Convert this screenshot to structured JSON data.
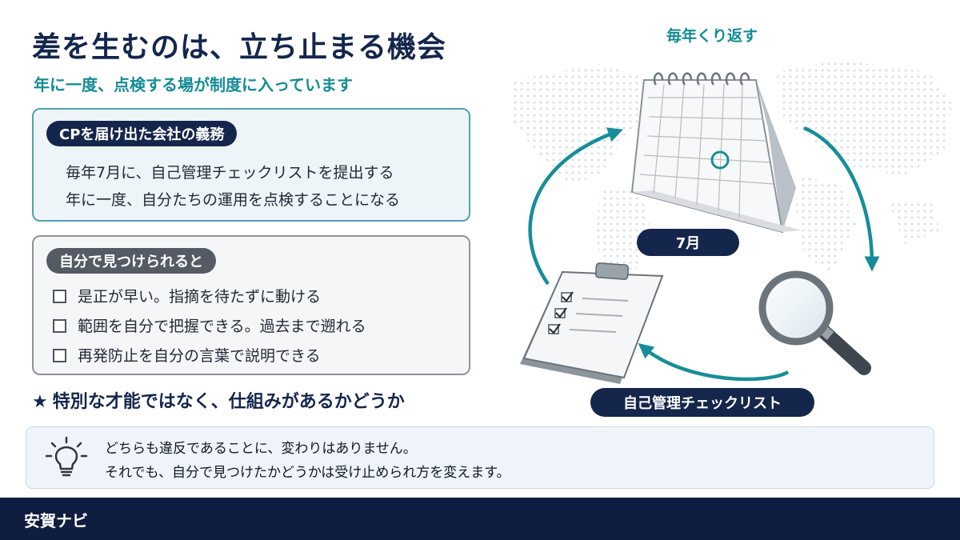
{
  "header": {
    "title": "差を生むのは、立ち止まる機会",
    "subtitle": "年に一度、点検する場が制度に入っています"
  },
  "obligation": {
    "heading": "CPを届け出た会社の義務",
    "lines": [
      "毎年7月に、自己管理チェックリストを提出する",
      "年に一度、自分たちの運用を点検することになる"
    ]
  },
  "benefits": {
    "heading": "自分で見つけられると",
    "items": [
      "是正が早い。指摘を待たずに動ける",
      "範囲を自分で把握できる。過去まで遡れる",
      "再発防止を自分の言葉で説明できる"
    ]
  },
  "tagline": {
    "star": "★",
    "text": "特別な才能ではなく、仕組みがあるかどうか"
  },
  "cycle": {
    "heading": "毎年くり返す",
    "month_label": "7月",
    "checklist_label": "自己管理チェックリスト"
  },
  "note": {
    "icon": "lightbulb-icon",
    "line1": "どちらも違反であることに、変わりはありません。",
    "line2": "それでも、自分で見つけたかどうかは受け止められ方を変えます。"
  },
  "footer": {
    "brand": "安賀ナビ"
  },
  "colors": {
    "navy": "#15264c",
    "teal": "#148c98"
  }
}
